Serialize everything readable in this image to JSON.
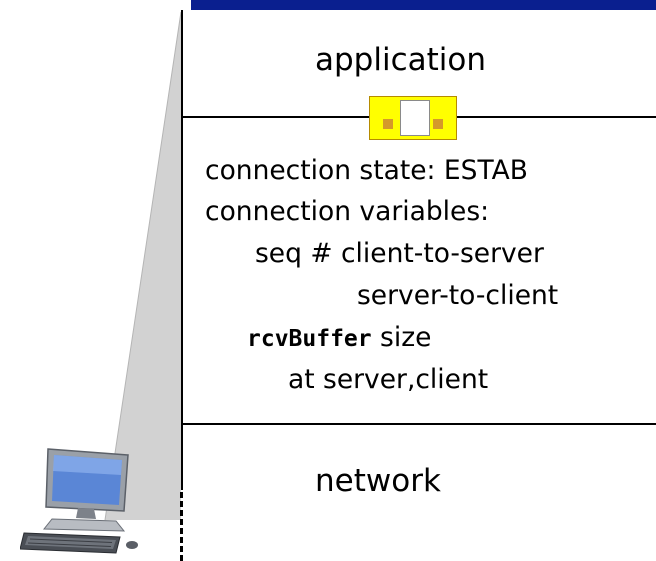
{
  "stack": {
    "application_label": "application",
    "network_label": "network"
  },
  "socket": {
    "icon": "socket-icon",
    "color": "#ffff00"
  },
  "connection_state": {
    "line1": "connection state: ESTAB",
    "line2": "connection variables:",
    "line3": "seq # client-to-server",
    "line4": "server-to-client",
    "line5_code": "rcvBuffer",
    "line5_text": " size",
    "line6": "at server,client"
  },
  "host": {
    "icon": "desktop-computer-icon"
  },
  "colors": {
    "header_bar": "#0a1f8f",
    "socket_fill": "#ffff00",
    "shadow": "#c8c8c8"
  }
}
